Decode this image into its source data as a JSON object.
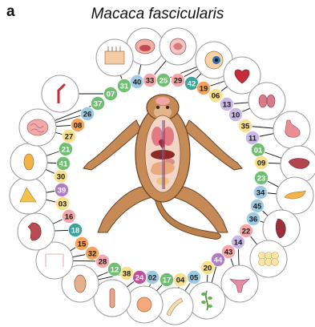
{
  "panel_label": "a",
  "title": "Macaca fascicularis",
  "colors": {
    "pink": "#f4a6a8",
    "blue": "#9ecae1",
    "green": "#6fbf73",
    "teal": "#3aa39a",
    "yellow": "#f8e08a",
    "orange": "#f4a35a",
    "purple": "#b07cc6",
    "magenta": "#c0509a",
    "lavender": "#c9b8e3",
    "grey": "#c8c8c8",
    "light_green": "#b9dfa0",
    "dark_blue": "#4a8fc9",
    "monkey_body": "#c58a55",
    "monkey_outline": "#6b4226"
  },
  "tissues": [
    {
      "id": "40",
      "color": "blue",
      "organ": "mouth-icon"
    },
    {
      "id": "33",
      "color": "pink",
      "organ": "spinal-cord-icon"
    },
    {
      "id": "25",
      "color": "green",
      "organ": "eye-icon"
    },
    {
      "id": "29",
      "color": "pink",
      "organ": "eye-icon"
    },
    {
      "id": "42",
      "color": "teal",
      "organ": "eye-icon"
    },
    {
      "id": "19",
      "color": "orange",
      "organ": "heart-icon"
    },
    {
      "id": "06",
      "color": "yellow",
      "organ": "heart-icon"
    },
    {
      "id": "13",
      "color": "lavender",
      "organ": "thyroid-icon"
    },
    {
      "id": "10",
      "color": "lavender",
      "organ": "thyroid-icon"
    },
    {
      "id": "35",
      "color": "yellow",
      "organ": "stomach-icon"
    },
    {
      "id": "11",
      "color": "lavender",
      "organ": "stomach-icon"
    },
    {
      "id": "01",
      "color": "green",
      "organ": "liver-icon"
    },
    {
      "id": "09",
      "color": "yellow",
      "organ": "liver-icon"
    },
    {
      "id": "23",
      "color": "green",
      "organ": "pancreas-icon"
    },
    {
      "id": "34",
      "color": "blue",
      "organ": "pancreas-icon"
    },
    {
      "id": "45",
      "color": "blue",
      "organ": "spleen-icon"
    },
    {
      "id": "36",
      "color": "blue",
      "organ": "spleen-icon"
    },
    {
      "id": "22",
      "color": "pink",
      "organ": "fat-icon"
    },
    {
      "id": "14",
      "color": "lavender",
      "organ": "uterus-icon"
    },
    {
      "id": "43",
      "color": "pink",
      "organ": "uterus-icon"
    },
    {
      "id": "44",
      "color": "purple",
      "organ": "ovary-icon"
    },
    {
      "id": "20",
      "color": "yellow",
      "organ": "ovary-icon"
    },
    {
      "id": "05",
      "color": "blue",
      "organ": "bone-icon"
    },
    {
      "id": "04",
      "color": "yellow",
      "organ": "bone-icon"
    },
    {
      "id": "17",
      "color": "green",
      "organ": "bladder-icon"
    },
    {
      "id": "02",
      "color": "blue",
      "organ": "bladder-icon"
    },
    {
      "id": "24",
      "color": "magenta",
      "organ": "penis-icon"
    },
    {
      "id": "38",
      "color": "yellow",
      "organ": "testis-icon"
    },
    {
      "id": "12",
      "color": "green",
      "organ": "testis-icon"
    },
    {
      "id": "28",
      "color": "pink",
      "organ": "colon-icon"
    },
    {
      "id": "32",
      "color": "orange",
      "organ": "colon-icon"
    },
    {
      "id": "15",
      "color": "orange",
      "organ": "colon-icon"
    },
    {
      "id": "18",
      "color": "teal",
      "organ": "kidney-icon"
    },
    {
      "id": "16",
      "color": "pink",
      "organ": "kidney-icon"
    },
    {
      "id": "03",
      "color": "yellow",
      "organ": "adrenal-icon"
    },
    {
      "id": "39",
      "color": "purple",
      "organ": "adrenal-icon"
    },
    {
      "id": "30",
      "color": "yellow",
      "organ": "pituitary-icon"
    },
    {
      "id": "41",
      "color": "green",
      "organ": "pituitary-icon"
    },
    {
      "id": "21",
      "color": "green",
      "organ": "pituitary-icon"
    },
    {
      "id": "27",
      "color": "yellow",
      "organ": "brain-icon"
    },
    {
      "id": "08",
      "color": "orange",
      "organ": "brain-icon"
    },
    {
      "id": "26",
      "color": "blue",
      "organ": "brain-icon"
    },
    {
      "id": "37",
      "color": "green",
      "organ": "brain-icon"
    },
    {
      "id": "07",
      "color": "green",
      "organ": "artery-icon"
    },
    {
      "id": "31",
      "color": "green",
      "organ": "skin-icon"
    }
  ],
  "organ_circles": [
    {
      "name": "mouth-icon"
    },
    {
      "name": "skin-icon"
    },
    {
      "name": "spinal-cord-icon"
    },
    {
      "name": "eye-icon"
    },
    {
      "name": "heart-icon"
    },
    {
      "name": "thyroid-icon"
    },
    {
      "name": "stomach-icon"
    },
    {
      "name": "liver-icon"
    },
    {
      "name": "pancreas-icon"
    },
    {
      "name": "spleen-icon"
    },
    {
      "name": "fat-icon"
    },
    {
      "name": "uterus-icon"
    },
    {
      "name": "ovary-icon"
    },
    {
      "name": "bone-icon"
    },
    {
      "name": "bladder-icon"
    },
    {
      "name": "penis-icon"
    },
    {
      "name": "testis-icon"
    },
    {
      "name": "colon-icon"
    },
    {
      "name": "kidney-icon"
    },
    {
      "name": "adrenal-icon"
    },
    {
      "name": "pituitary-icon"
    },
    {
      "name": "brain-icon"
    },
    {
      "name": "artery-icon"
    }
  ]
}
